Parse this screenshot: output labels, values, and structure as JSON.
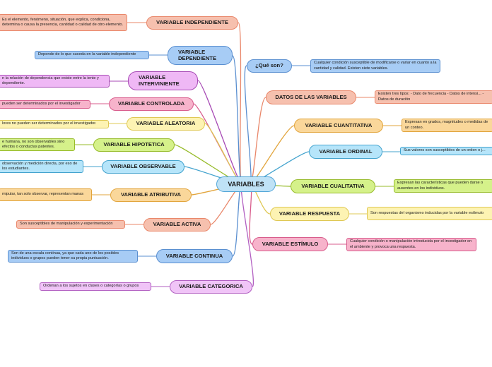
{
  "center": "VARIABLES",
  "left": [
    {
      "label": "VARIABLE INDEPENDIENTE",
      "desc": "Es el elemento, fenómeno, situación, que explica, condiciona, determina o causa la presencia, cantidad o calidad de otro elemento."
    },
    {
      "label": "VARIABLE DEPENDIENTE",
      "desc": "Depende de lo que suceda en la variable independiente"
    },
    {
      "label": "VARIABLE INTERVINIENTE",
      "desc": "n la relación de dependencia que existe entre la iente y dependiente."
    },
    {
      "label": "VARIABLE CONTROLADA",
      "desc": "pueden ser determinados por el investigador"
    },
    {
      "label": "VARIABLE ALEATORIA",
      "desc": "lores no pueden ser determinados por el investigador."
    },
    {
      "label": "VARIABLE HIPOTETICA",
      "desc": "e humana, no son observables sino efectos o conductas patentes."
    },
    {
      "label": "VARIABLE OBSERVABLE",
      "desc": "observación y medición directa, por eso de los estudiantes."
    },
    {
      "label": "VARIABLE ATRIBUTIVA",
      "desc": "mipular, tan solo observar, representan manas"
    },
    {
      "label": "VARIABLE ACTIVA",
      "desc": "Son susceptibles de manipulación y experimentación"
    },
    {
      "label": "VARIABLE CONTINUA",
      "desc": "Son de una escala continua, ya que cada uno de los posibles individuos o grupos pueden tener su propia puntuación."
    },
    {
      "label": "VARIABLE CATEGORICA",
      "desc": "Ordenan a los sujetos en clases o categorías o grupos"
    }
  ],
  "right": [
    {
      "label": "¿Qué son?",
      "desc": "Cualquier condición susceptible de modificarse o variar en cuanto a la cantidad y calidad. Existen siete variables."
    },
    {
      "label": "DATOS DE LAS VARIABLES",
      "desc": "Existen tres tipos:  - Dato de frecuencia  - Datos de intensi... - Datos de duración"
    },
    {
      "label": "VARIABLE CUANTITATIVA",
      "desc": "Expresan en grados, magnitudes o medidas de un conteo."
    },
    {
      "label": "VARIABLE ORDINAL",
      "desc": "Sus valores son susceptibles de un orden o j..."
    },
    {
      "label": "VARIABLE CUALITATIVA",
      "desc": "Expresan las características que pueden darse o ausentes en los individuos."
    },
    {
      "label": "VARIABLE RESPUESTA",
      "desc": "Son respuestas del organismo inducidas por la variable estímulo"
    },
    {
      "label": "VARIABLE ESTÍMULO",
      "desc": "Cualquier condición o manipulación introducida por el investigador en el ambiente y provoca una respuesta."
    }
  ],
  "colors": {
    "orange": "#e9876a",
    "blue": "#5a8fd0",
    "purple": "#a74ab5",
    "pink": "#d85c8c",
    "yellow": "#dfc854",
    "green": "#97bb2a",
    "cyan": "#43a3ce",
    "amber": "#e2a53d",
    "teal": "#52a6d8",
    "lpurple": "#b25fc2"
  }
}
